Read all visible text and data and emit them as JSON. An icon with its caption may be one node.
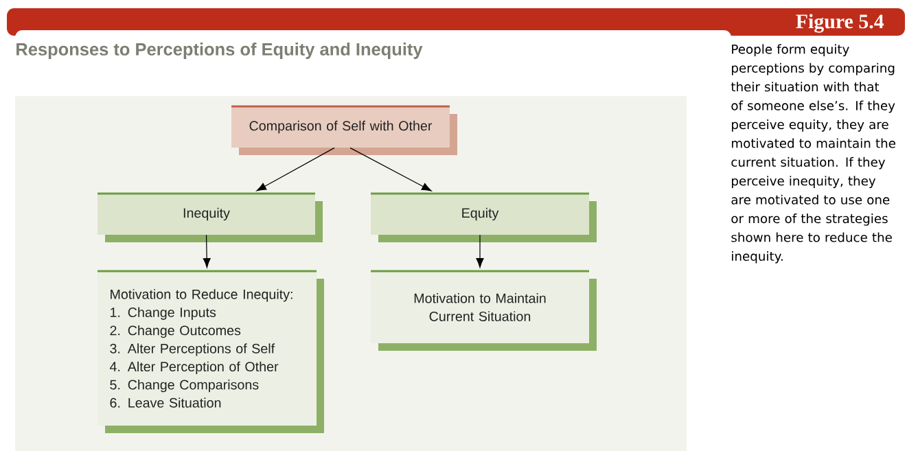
{
  "diagram": {
    "title": "Responses to Perceptions of Equity and Inequity",
    "caption": "People form equity perceptions by comparing their situation with that of someone else’s. If they perceive equity, they are motivated to maintain the current situation. If they perceive inequity, they are motivated to use one or more of the strategies shown here to reduce the inequity.",
    "nodes": [
      {
        "text": [
          "Comparison of Self with Other"
        ]
      },
      {
        "text": [
          "Inequity"
        ]
      },
      {
        "text": [
          "Equity"
        ]
      },
      {
        "text": [
          "Motivation to Reduce Inequity:",
          "1. Change Inputs",
          "2. Change Outcomes",
          "3. Alter Perceptions of Self",
          "4. Alter Perception of Other",
          "5. Change Comparisons",
          "6. Leave Situation"
        ]
      },
      {
        "text": [
          "Motivation to Maintain Current Situation"
        ]
      }
    ],
    "edges": [
      {
        "from": 0,
        "to": 1,
        "arrow": "to"
      },
      {
        "from": 0,
        "to": 2,
        "arrow": "to"
      },
      {
        "from": 1,
        "to": 3,
        "arrow": "to"
      },
      {
        "from": 2,
        "to": 4,
        "arrow": "to"
      }
    ],
    "labels": [
      "Figure 5.4"
    ]
  }
}
